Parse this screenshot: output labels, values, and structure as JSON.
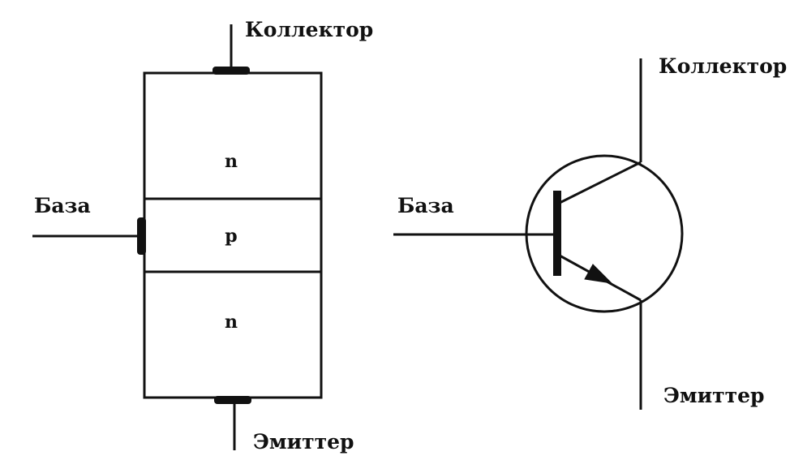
{
  "structure": {
    "collector_label": "Коллектор",
    "base_label": "База",
    "emitter_label": "Эмиттер",
    "layers": [
      "n",
      "p",
      "n"
    ]
  },
  "symbol": {
    "collector_label": "Коллектор",
    "base_label": "База",
    "emitter_label": "Эмиттер"
  },
  "colors": {
    "ink": "#111111",
    "background": "#ffffff"
  }
}
